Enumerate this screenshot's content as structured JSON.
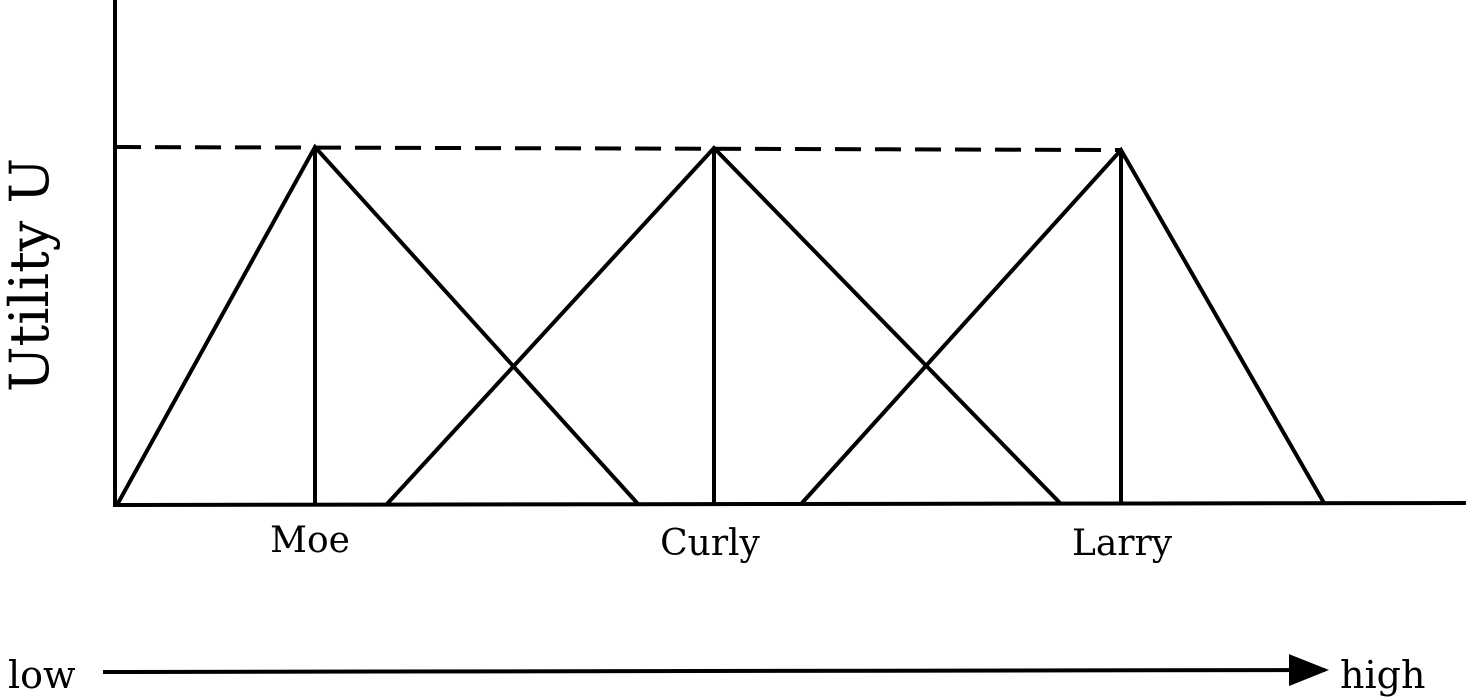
{
  "axis": {
    "y_label": "Utility U"
  },
  "candidates": [
    {
      "name": "Moe"
    },
    {
      "name": "Curly"
    },
    {
      "name": "Larry"
    }
  ],
  "scale": {
    "low_label": "low",
    "high_label": "high"
  },
  "colors": {
    "stroke": "#000000",
    "background": "#ffffff"
  }
}
